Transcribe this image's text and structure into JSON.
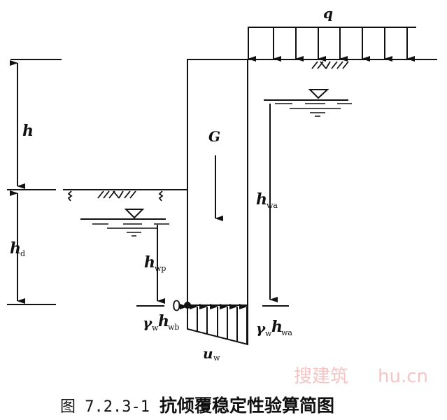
{
  "labels": {
    "q": "q",
    "h": "h",
    "hd": "h",
    "hd_sub": "d",
    "G": "G",
    "hwa": "h",
    "hwa_sub": "wa",
    "hwp": "h",
    "hwp_sub": "wp",
    "origin": "0",
    "gwhwb_g": "γ",
    "gwhwb_gs": "w",
    "gwhwb_h": "h",
    "gwhwb_hs": "wb",
    "gwhwa_g": "γ",
    "gwhwa_gs": "w",
    "gwhwa_h": "h",
    "gwhwa_hs": "wa",
    "uw": "u",
    "uw_sub": "w"
  },
  "caption": {
    "number": "图 7.2.3-1",
    "title": "抗倾覆稳定性验算简图"
  },
  "watermark": {
    "left": "搜建筑",
    "right": "hu.cn"
  }
}
